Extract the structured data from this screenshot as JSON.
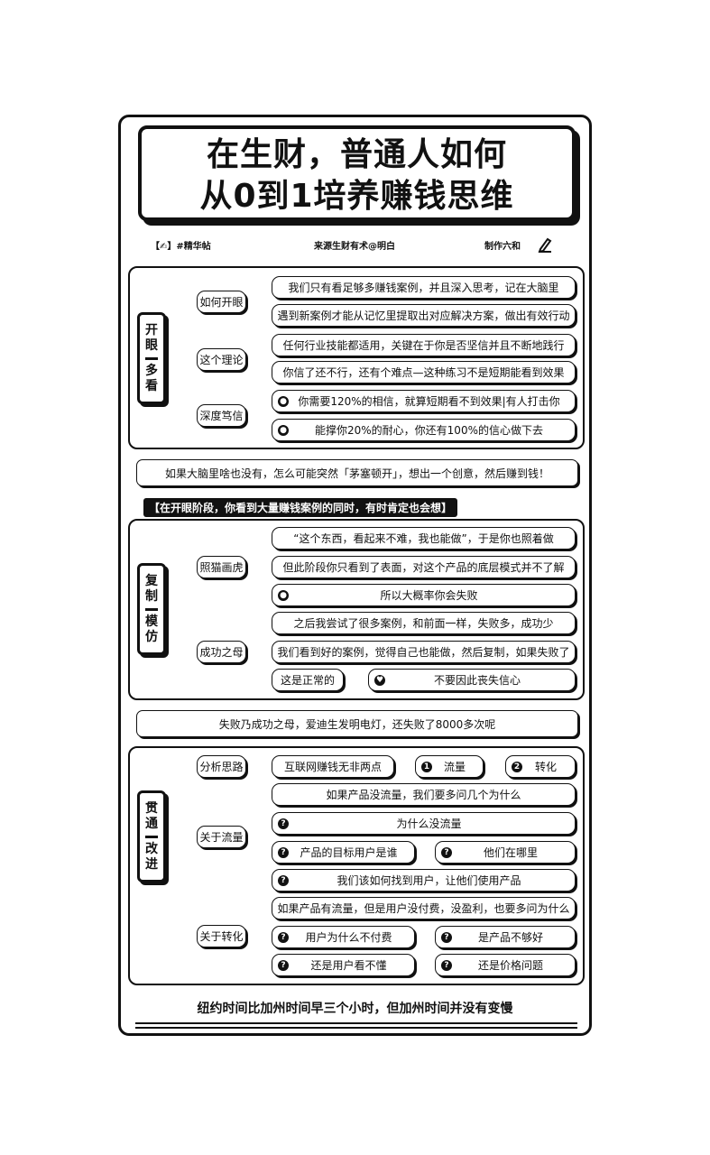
{
  "title": {
    "line1": "在生财，普通人如何",
    "line2": "从0到1培养赚钱思维"
  },
  "meta": {
    "left": "【✍】#精华帖",
    "center": "来源生财有术@明白",
    "right": "制作六和"
  },
  "section1": {
    "label": [
      "开",
      "眼",
      "一",
      "多",
      "看"
    ],
    "branches": [
      {
        "label": "如何开眼",
        "items": [
          "我们只有看足够多赚钱案例，并且深入思考，记在大脑里",
          "遇到新案例才能从记忆里提取出对应解决方案，做出有效行动"
        ]
      },
      {
        "label": "这个理论",
        "items": [
          "任何行业技能都适用，关键在于你是否坚信并且不断地践行",
          "你信了还不行，还有个难点—这种练习不是短期能看到效果"
        ]
      },
      {
        "label": "深度笃信",
        "items": [
          "你需要120%的相信，就算短期看不到效果|有人打击你",
          "能撑你20%的耐心，你还有100%的信心做下去"
        ]
      }
    ]
  },
  "banner1": "如果大脑里啥也没有，怎么可能突然「茅塞顿开」，想出一个创意，然后赚到钱！",
  "tag": "【在开眼阶段，你看到大量赚钱案例的同时，有时肯定也会想】",
  "section2": {
    "label": [
      "复",
      "制",
      "一",
      "模",
      "仿"
    ],
    "branches": [
      {
        "label": "照猫画虎",
        "items": [
          "“这个东西，看起来不难，我也能做”，于是你也照着做",
          "但此阶段你只看到了表面，对这个产品的底层模式并不了解",
          "所以大概率你会失败"
        ]
      },
      {
        "label": "成功之母",
        "items": [
          "之后我尝试了很多案例，和前面一样，失败多，成功少",
          "我们看到好的案例，觉得自己也能做，然后复制，如果失败了"
        ],
        "sub": {
          "label": "这是正常的",
          "item": "不要因此丧失信心"
        }
      }
    ]
  },
  "banner2": "失败乃成功之母，爱迪生发明电灯，还失败了8000多次呢",
  "section3": {
    "label": [
      "贯",
      "通",
      "一",
      "改",
      "进"
    ],
    "branches": [
      {
        "label": "分析思路",
        "chain": [
          "互联网赚钱无非两点",
          "流量",
          "转化"
        ],
        "chain_icons": [
          "1",
          "2"
        ]
      },
      {
        "label": "关于流量",
        "items": [
          "如果产品没流量，我们要多问几个为什么",
          "为什么没流量",
          "产品的目标用户是谁",
          "我们该如何找到用户，让他们使用产品"
        ],
        "pair": "他们在哪里"
      },
      {
        "label": "关于转化",
        "items": [
          "如果产品有流量，但是用户没付费，没盈利，也要多问为什么",
          "用户为什么不付费",
          "还是用户看不懂"
        ],
        "pairs": [
          "是产品不够好",
          "还是价格问题"
        ]
      }
    ]
  },
  "footer": "纽约时间比加州时间早三个小时，但加州时间并没有变慢",
  "colors": {
    "ink": "#111111",
    "paper": "#ffffff"
  },
  "icons": {
    "pencil": "pencil-icon",
    "heart": "heart-icon",
    "question": "question-icon",
    "clock": "clock-icon"
  }
}
